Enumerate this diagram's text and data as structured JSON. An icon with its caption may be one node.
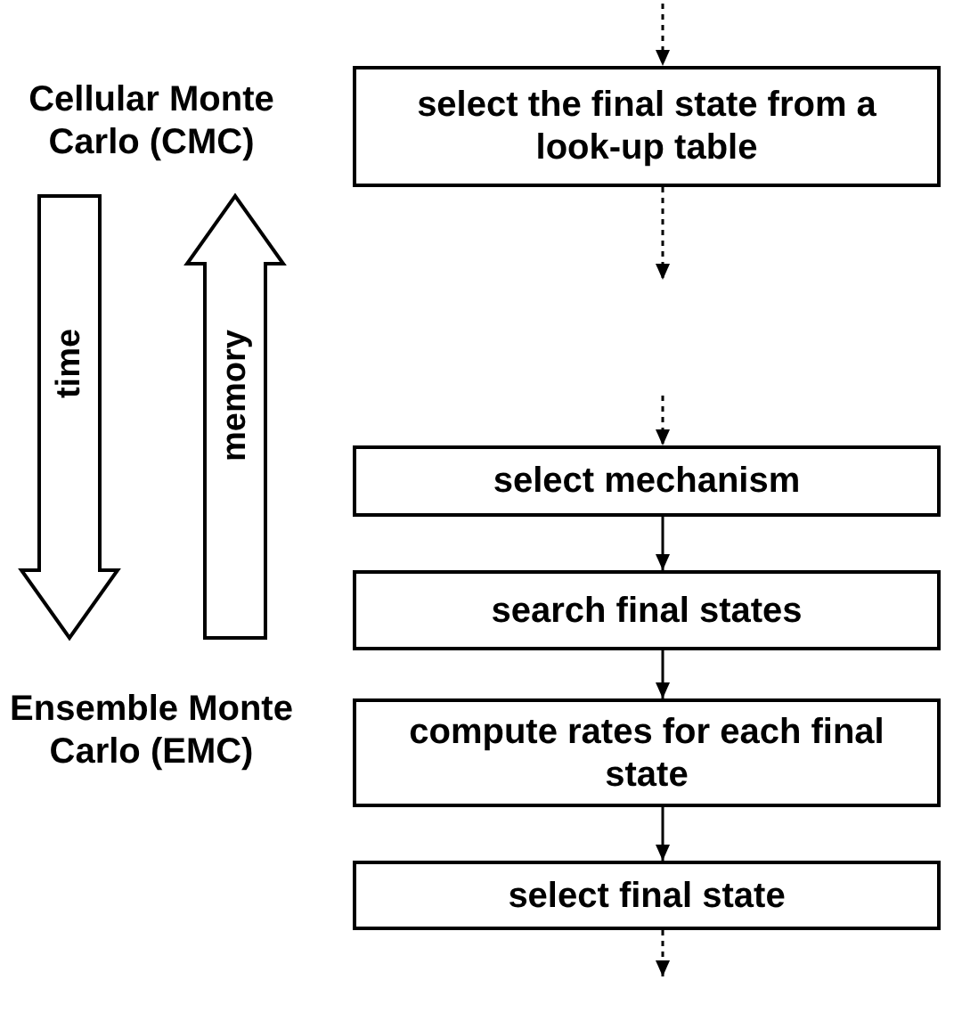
{
  "diagram": {
    "nodes": [
      {
        "text": [
          "Cellular Monte Carlo (CMC)"
        ]
      },
      {
        "text": [
          "Ensemble Monte Carlo (EMC)"
        ]
      },
      {
        "text": [
          "select the final state from a look-up table"
        ]
      },
      {
        "text": [
          "select mechanism"
        ]
      },
      {
        "text": [
          "search final states"
        ]
      },
      {
        "text": [
          "compute rates for each final state"
        ]
      },
      {
        "text": [
          "select final state"
        ]
      }
    ],
    "edges": [
      {
        "from": 0,
        "to": 1,
        "arrow": "to",
        "label": "time",
        "style": "thick"
      },
      {
        "from": 1,
        "to": 0,
        "arrow": "to",
        "label": "memory",
        "style": "thick"
      },
      {
        "from": null,
        "to": 2,
        "arrow": "to",
        "style": "dashed"
      },
      {
        "from": 2,
        "to": null,
        "arrow": "to",
        "style": "dashed"
      },
      {
        "from": null,
        "to": 3,
        "arrow": "to",
        "style": "dashed"
      },
      {
        "from": 3,
        "to": 4,
        "arrow": "to"
      },
      {
        "from": 4,
        "to": 5,
        "arrow": "to"
      },
      {
        "from": 5,
        "to": 6,
        "arrow": "to"
      },
      {
        "from": 6,
        "to": null,
        "arrow": "to",
        "style": "dashed"
      }
    ]
  }
}
